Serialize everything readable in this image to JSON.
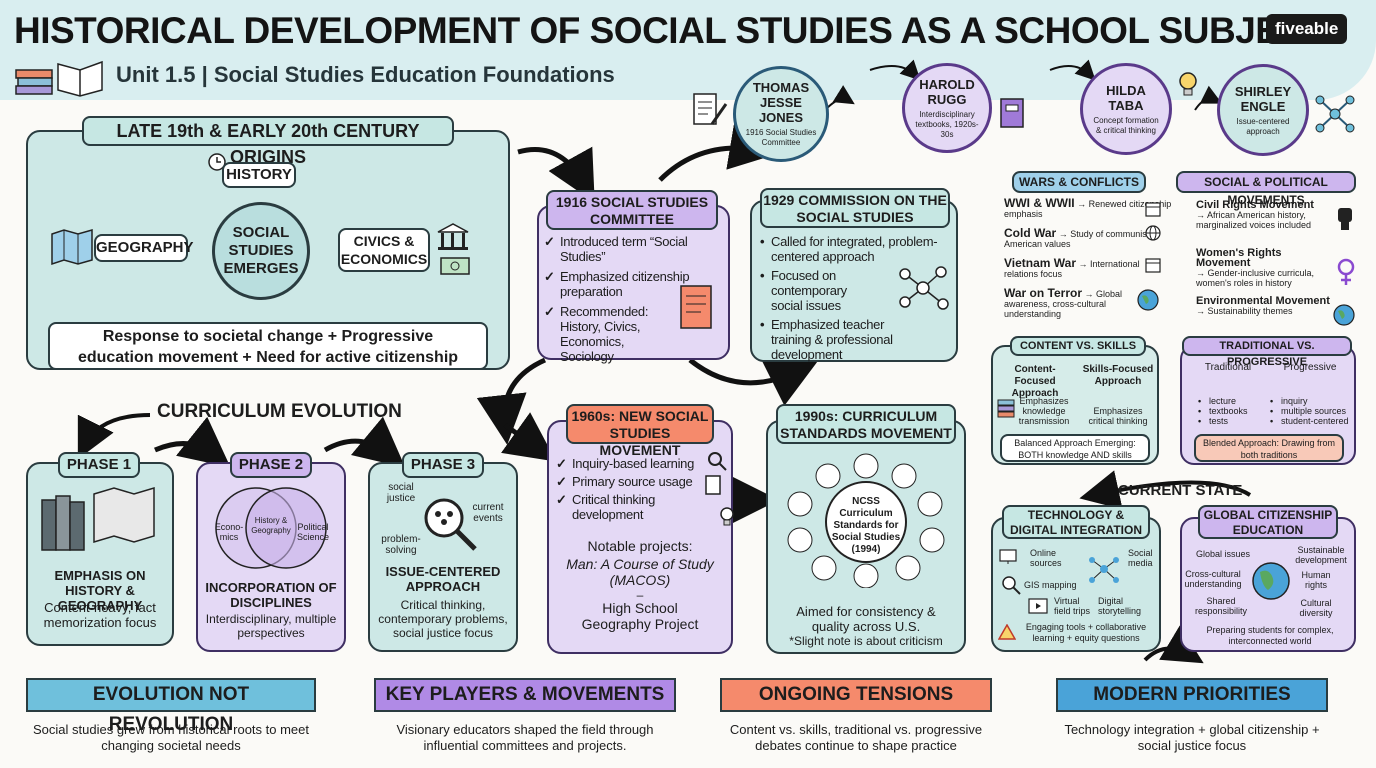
{
  "title": "HISTORICAL DEVELOPMENT OF SOCIAL STUDIES AS A SCHOOL SUBJECT",
  "subtitle": "Unit 1.5 | Social Studies Education Foundations",
  "brand": "fiveable",
  "origins": {
    "header": "LATE 19th & EARLY 20th CENTURY ORIGINS",
    "history": "HISTORY",
    "center": "SOCIAL STUDIES EMERGES",
    "geography": "GEOGRAPHY",
    "civics": "CIVICS & ECONOMICS",
    "footer": "Response to societal change + Progressive education movement + Need for active citizenship"
  },
  "committee1916": {
    "header": "1916 SOCIAL STUDIES COMMITTEE",
    "items": [
      "Introduced term “Social Studies”",
      "Emphasized citizenship preparation",
      "Recommended: History, Civics, Economics, Sociology"
    ]
  },
  "commission1929": {
    "header": "1929 COMMISSION ON THE SOCIAL STUDIES",
    "items": [
      "Called for integrated, problem-centered approach",
      "Focused on contemporary social issues",
      "Emphasized teacher training & professional development"
    ]
  },
  "people": [
    {
      "name": "THOMAS JESSE JONES",
      "desc": "1916 Social Studies Committee"
    },
    {
      "name": "HAROLD RUGG",
      "desc": "Interdisciplinary textbooks, 1920s-30s"
    },
    {
      "name": "HILDA TABA",
      "desc": "Concept formation & critical thinking"
    },
    {
      "name": "SHIRLEY ENGLE",
      "desc": "Issue-centered approach"
    }
  ],
  "curriculum": {
    "title": "CURRICULUM EVOLUTION",
    "phase1": {
      "label": "PHASE 1",
      "title": "EMPHASIS ON HISTORY & GEOGRAPHY",
      "desc": "Content-heavy, fact memorization focus"
    },
    "phase2": {
      "label": "PHASE 2",
      "left": "Econo-mics",
      "middle": "History & Geography",
      "right": "Political Science",
      "title": "INCORPORATION OF DISCIPLINES",
      "desc": "Interdisciplinary, multiple perspectives"
    },
    "phase3": {
      "label": "PHASE 3",
      "social": "social justice",
      "current": "current events",
      "problem": "problem-solving",
      "title": "ISSUE-CENTERED APPROACH",
      "desc": "Critical thinking, contemporary problems, social justice focus"
    }
  },
  "movement1960": {
    "header": "1960s: NEW SOCIAL STUDIES MOVEMENT",
    "items": [
      "Inquiry-based learning",
      "Primary source usage",
      "Critical thinking development"
    ],
    "notable": "Notable projects:",
    "project1": "Man: A Course of Study (MACOS)",
    "dash": "–",
    "project2": "High School Geography Project"
  },
  "standards1990": {
    "header": "1990s: CURRICULUM STANDARDS MOVEMENT",
    "center": "NCSS Curriculum Standards for Social Studies (1994)",
    "desc": "Aimed for consistency & quality across U.S.",
    "note": "*Slight note is about criticism"
  },
  "wars": {
    "header": "WARS & CONFLICTS",
    "items": [
      {
        "title": "WWI & WWII",
        "desc": "→ Renewed citizenship emphasis"
      },
      {
        "title": "Cold War",
        "desc": "→ Study of communism, American values"
      },
      {
        "title": "Vietnam War",
        "desc": "→ International relations focus"
      },
      {
        "title": "War on Terror",
        "desc": "→ Global awareness, cross-cultural understanding"
      }
    ]
  },
  "movements": {
    "header": "SOCIAL & POLITICAL MOVEMENTS",
    "items": [
      {
        "title": "Civil Rights Movement",
        "desc": "→ African American history, marginalized voices included"
      },
      {
        "title": "Women's Rights Movement",
        "desc": "→ Gender-inclusive curricula, women's roles in history"
      },
      {
        "title": "Environmental Movement",
        "desc": "→ Sustainability themes"
      }
    ]
  },
  "content_skills": {
    "header": "CONTENT VS. SKILLS",
    "left_title": "Content-Focused Approach",
    "left_desc": "Emphasizes knowledge transmission",
    "right_title": "Skills-Focused Approach",
    "right_desc": "Emphasizes critical thinking",
    "footer": "Balanced Approach Emerging: BOTH knowledge AND skills"
  },
  "trad_prog": {
    "header": "TRADITIONAL VS. PROGRESSIVE",
    "left_title": "Traditional",
    "left_items": [
      "lecture",
      "textbooks",
      "tests"
    ],
    "right_title": "Progressive",
    "right_items": [
      "inquiry",
      "multiple sources",
      "student-centered"
    ],
    "footer": "Blended Approach: Drawing from both traditions"
  },
  "current_state": "CURRENT STATE",
  "tech": {
    "header": "TECHNOLOGY & DIGITAL INTEGRATION",
    "online": "Online sources",
    "social": "Social media",
    "gis": "GIS mapping",
    "virtual": "Virtual field trips",
    "digital": "Digital storytelling",
    "footer": "Engaging tools + collaborative learning + equity questions"
  },
  "global": {
    "header": "GLOBAL CITIZENSHIP EDUCATION",
    "issues": "Global issues",
    "sustainable": "Sustainable development",
    "cross": "Cross-cultural understanding",
    "human": "Human rights",
    "shared": "Shared responsibility",
    "diversity": "Cultural diversity",
    "footer": "Preparing students for complex, interconnected world"
  },
  "banners": [
    {
      "title": "EVOLUTION NOT REVOLUTION",
      "desc": "Social studies grew from historical roots to meet changing societal needs",
      "color": "#6fc0dc"
    },
    {
      "title": "KEY PLAYERS & MOVEMENTS",
      "desc": "Visionary educators shaped the field through influential committees and projects.",
      "color": "#b08ae6"
    },
    {
      "title": "ONGOING TENSIONS",
      "desc": "Content vs. skills, traditional vs. progressive debates continue to shape practice",
      "color": "#f58a6c"
    },
    {
      "title": "MODERN PRIORITIES",
      "desc": "Technology integration + global citizenship + social justice focus",
      "color": "#4aa3d8"
    }
  ]
}
